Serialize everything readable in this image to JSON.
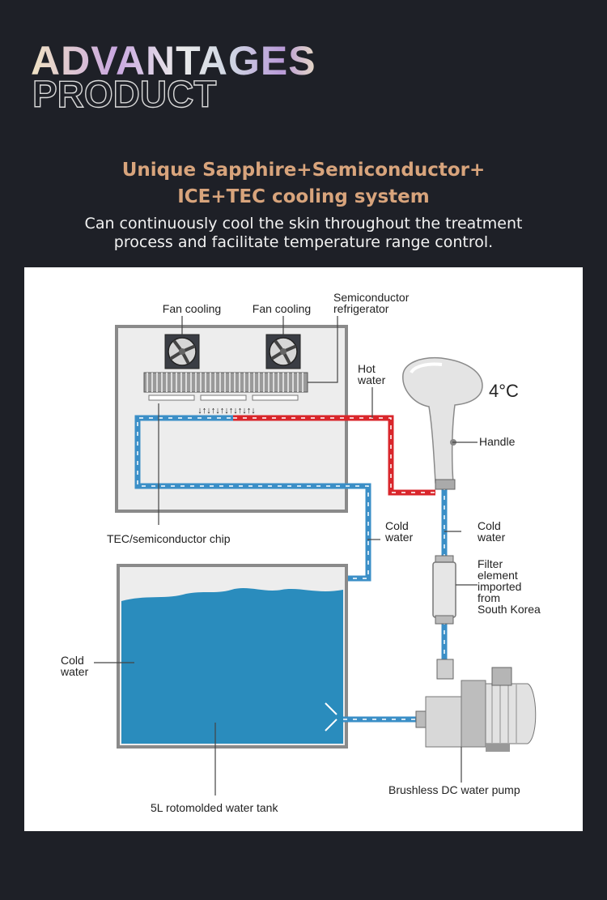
{
  "header": {
    "advantages": "ADVANTAGES",
    "product": "PRODUCT"
  },
  "title": {
    "line1": "Unique Sapphire+Semiconductor+",
    "line2": "ICE+TEC cooling system"
  },
  "description": {
    "line1": "Can continuously cool the skin throughout the treatment",
    "line2": "process and facilitate temperature range control."
  },
  "diagram": {
    "fan_cooling_left": "Fan cooling",
    "fan_cooling_right": "Fan cooling",
    "semiconductor_line1": "Semiconductor",
    "semiconductor_line2": "refrigerator",
    "hot_line1": "Hot",
    "hot_line2": "water",
    "temperature": "4°C",
    "handle": "Handle",
    "tec_chip": "TEC/semiconductor chip",
    "cold_mid_line1": "Cold",
    "cold_mid_line2": "water",
    "cold_right_line1": "Cold",
    "cold_right_line2": "water",
    "filter_line1": "Filter",
    "filter_line2": "element",
    "filter_line3": "imported",
    "filter_line4": "from",
    "filter_line5": "South Korea",
    "cold_tank_line1": "Cold",
    "cold_tank_line2": "water",
    "pump": "Brushless DC water pump",
    "tank": "5L rotomolded water tank"
  },
  "colors": {
    "background": "#1e2027",
    "title": "#d8a47c",
    "hot_pipe": "#d9262b",
    "cold_pipe": "#3b8fc7",
    "water": "#2a8cbd"
  }
}
